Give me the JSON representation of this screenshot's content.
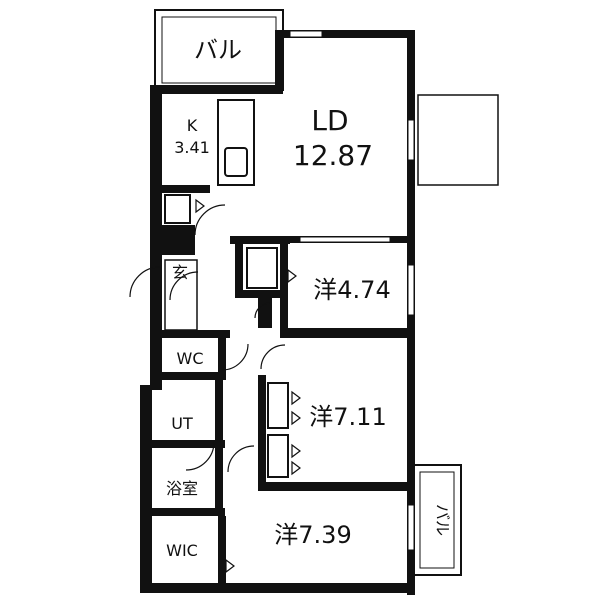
{
  "floorplan": {
    "rooms": {
      "balcony_top": {
        "label": "バル"
      },
      "kitchen": {
        "label": "K",
        "area": "3.41"
      },
      "living": {
        "label": "LD",
        "area": "12.87"
      },
      "entrance": {
        "label": "玄"
      },
      "room1": {
        "label": "洋4.74"
      },
      "wc": {
        "label": "WC"
      },
      "ut": {
        "label": "UT"
      },
      "room2": {
        "label": "洋7.11"
      },
      "bath": {
        "label": "浴室"
      },
      "room3": {
        "label": "洋7.39"
      },
      "wic": {
        "label": "WIC"
      },
      "balcony_right": {
        "label": "バル"
      }
    }
  }
}
